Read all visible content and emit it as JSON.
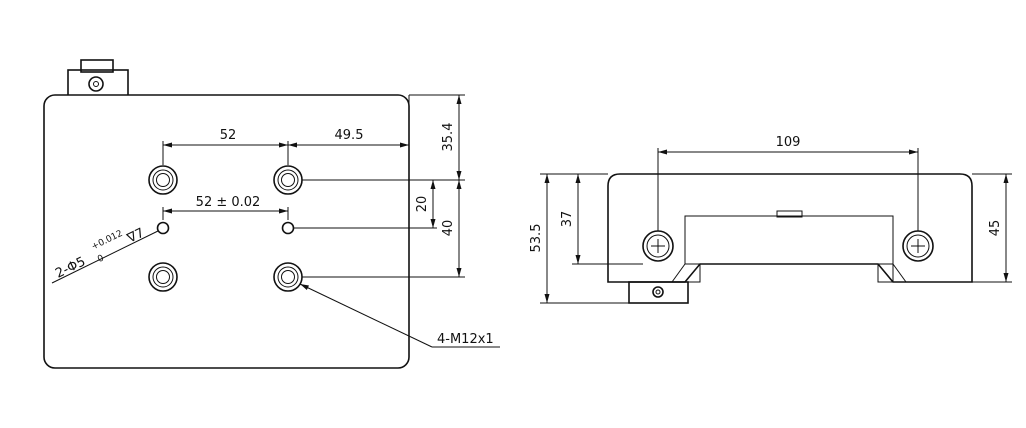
{
  "plan_view": {
    "dim_hole_spacing": "52",
    "dim_edge_offset": "49.5",
    "dim_top_offset": "35.4",
    "dim_pin_spacing": "52 ± 0.02",
    "dim_pin_offset": "20",
    "dim_hole_pitch_v": "40",
    "dowel_callout": {
      "prefix": "2-Φ5",
      "sub": "0",
      "sup": "+0.012",
      "depth": "∇7"
    },
    "thread_callout": "4-M12x1"
  },
  "side_view": {
    "dim_hole_spacing": "109",
    "dim_overall_height": "53.5",
    "dim_hole_height": "37",
    "dim_body_height": "45"
  }
}
